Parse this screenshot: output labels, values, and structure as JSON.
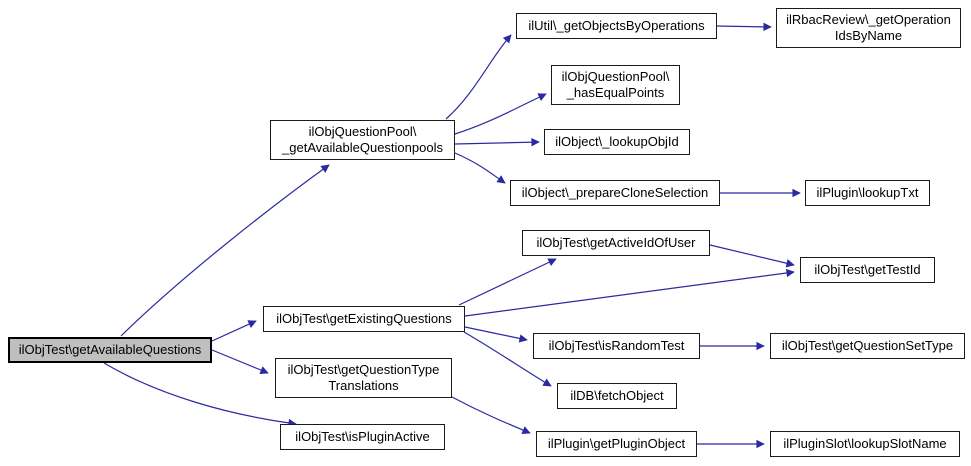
{
  "diagram": {
    "type": "call-graph",
    "background": "#ffffff",
    "edge_color": "#2a2aa0",
    "node_fill": "#ffffff",
    "node_border": "#1a1a1a",
    "highlight_fill": "#bfbfbf",
    "highlighted_node": "ilObjTest\\getAvailableQuestions"
  },
  "nodes": [
    {
      "id": "getAvailableQuestions",
      "label": "ilObjTest\\getAvailableQuestions",
      "highlighted": true
    },
    {
      "id": "_getAvailableQuestionpools",
      "label": "ilObjQuestionPool\\\n_getAvailableQuestionpools"
    },
    {
      "id": "_getObjectsByOperations",
      "label": "ilUtil\\_getObjectsByOperations"
    },
    {
      "id": "_getOperationIdsByName",
      "label": "ilRbacReview\\_getOperation\nIdsByName"
    },
    {
      "id": "_hasEqualPoints",
      "label": "ilObjQuestionPool\\\n_hasEqualPoints"
    },
    {
      "id": "_lookupObjId",
      "label": "ilObject\\_lookupObjId"
    },
    {
      "id": "_prepareCloneSelection",
      "label": "ilObject\\_prepareCloneSelection"
    },
    {
      "id": "lookupTxt",
      "label": "ilPlugin\\lookupTxt"
    },
    {
      "id": "getActiveIdOfUser",
      "label": "ilObjTest\\getActiveIdOfUser"
    },
    {
      "id": "getTestId",
      "label": "ilObjTest\\getTestId"
    },
    {
      "id": "getExistingQuestions",
      "label": "ilObjTest\\getExistingQuestions"
    },
    {
      "id": "isRandomTest",
      "label": "ilObjTest\\isRandomTest"
    },
    {
      "id": "getQuestionSetType",
      "label": "ilObjTest\\getQuestionSetType"
    },
    {
      "id": "fetchObject",
      "label": "ilDB\\fetchObject"
    },
    {
      "id": "getQuestionTypeTranslations",
      "label": "ilObjTest\\getQuestionType\nTranslations"
    },
    {
      "id": "isPluginActive",
      "label": "ilObjTest\\isPluginActive"
    },
    {
      "id": "getPluginObject",
      "label": "ilPlugin\\getPluginObject"
    },
    {
      "id": "lookupSlotName",
      "label": "ilPluginSlot\\lookupSlotName"
    }
  ],
  "edges": [
    {
      "from": "getAvailableQuestions",
      "to": "_getAvailableQuestionpools"
    },
    {
      "from": "getAvailableQuestions",
      "to": "getExistingQuestions"
    },
    {
      "from": "getAvailableQuestions",
      "to": "getQuestionTypeTranslations"
    },
    {
      "from": "getAvailableQuestions",
      "to": "isPluginActive"
    },
    {
      "from": "_getAvailableQuestionpools",
      "to": "_getObjectsByOperations"
    },
    {
      "from": "_getAvailableQuestionpools",
      "to": "_hasEqualPoints"
    },
    {
      "from": "_getAvailableQuestionpools",
      "to": "_lookupObjId"
    },
    {
      "from": "_getAvailableQuestionpools",
      "to": "_prepareCloneSelection"
    },
    {
      "from": "_getObjectsByOperations",
      "to": "_getOperationIdsByName"
    },
    {
      "from": "_prepareCloneSelection",
      "to": "lookupTxt"
    },
    {
      "from": "getExistingQuestions",
      "to": "getActiveIdOfUser"
    },
    {
      "from": "getActiveIdOfUser",
      "to": "getTestId"
    },
    {
      "from": "getExistingQuestions",
      "to": "getTestId"
    },
    {
      "from": "getExistingQuestions",
      "to": "isRandomTest"
    },
    {
      "from": "getExistingQuestions",
      "to": "fetchObject"
    },
    {
      "from": "isRandomTest",
      "to": "getQuestionSetType"
    },
    {
      "from": "getQuestionTypeTranslations",
      "to": "getPluginObject"
    },
    {
      "from": "getPluginObject",
      "to": "lookupSlotName"
    }
  ]
}
